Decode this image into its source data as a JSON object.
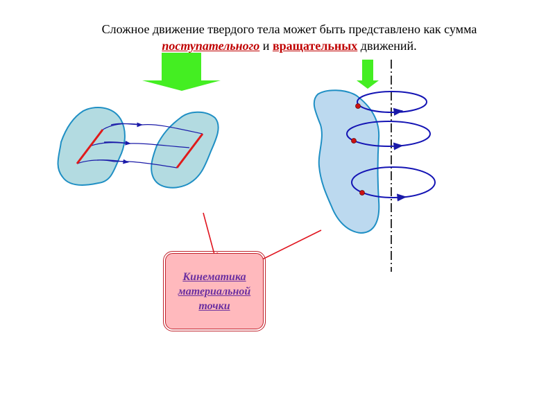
{
  "heading": {
    "line1": "Сложное движение твердого тела может быть представлено как сумма",
    "term_translational": "поступательного",
    "connector": " и ",
    "term_rotational": "вращательных",
    "tail": " движений."
  },
  "kinematics_box": {
    "label": "Кинематика\nматериальной\nточки"
  },
  "colors": {
    "body_fill": "#b3dbe1",
    "body_fill_right": "#bcd9ef",
    "body_stroke": "#1f8fc4",
    "trajectory": "#1a1aa8",
    "orbit": "#1414b4",
    "segment": "#e01a1a",
    "point": "#cc1010",
    "big_arrow": "#44ee22",
    "pointer": "#e0141e",
    "axis": "#000000"
  }
}
